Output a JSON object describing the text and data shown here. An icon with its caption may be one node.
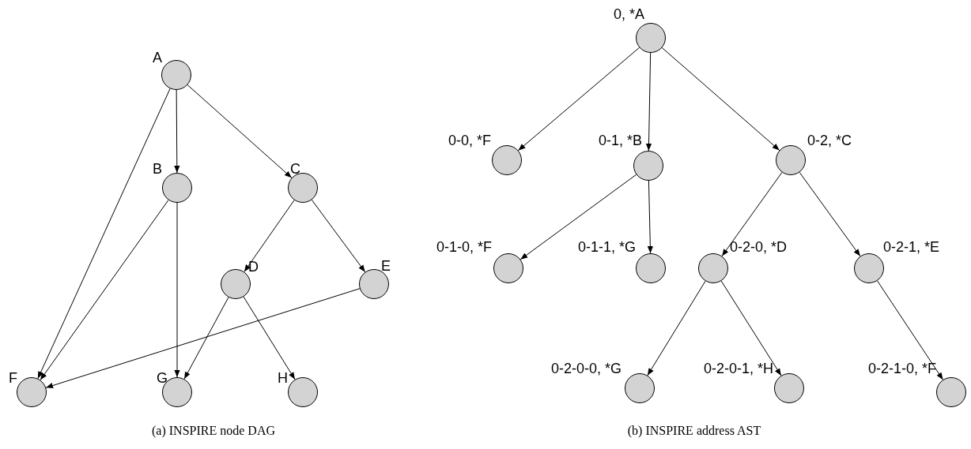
{
  "diagram": {
    "nodes": [
      {
        "text": [
          "A"
        ]
      },
      {
        "text": [
          "B"
        ]
      },
      {
        "text": [
          "C"
        ]
      },
      {
        "text": [
          "D"
        ]
      },
      {
        "text": [
          "E"
        ]
      },
      {
        "text": [
          "F"
        ]
      },
      {
        "text": [
          "G"
        ]
      },
      {
        "text": [
          "H"
        ]
      },
      {
        "text": [
          "0, *A"
        ]
      },
      {
        "text": [
          "0-0, *F"
        ]
      },
      {
        "text": [
          "0-1, *B"
        ]
      },
      {
        "text": [
          "0-2, *C"
        ]
      },
      {
        "text": [
          "0-1-0, *F"
        ]
      },
      {
        "text": [
          "0-1-1, *G"
        ]
      },
      {
        "text": [
          "0-2-0, *D"
        ]
      },
      {
        "text": [
          "0-2-1, *E"
        ]
      },
      {
        "text": [
          "0-2-0-0, *G"
        ]
      },
      {
        "text": [
          "0-2-0-1, *H"
        ]
      },
      {
        "text": [
          "0-2-1-0, *F"
        ]
      }
    ],
    "edges": [
      {
        "from": 0,
        "to": 1,
        "arrow": "to"
      },
      {
        "from": 0,
        "to": 2,
        "arrow": "to"
      },
      {
        "from": 0,
        "to": 5,
        "arrow": "to"
      },
      {
        "from": 1,
        "to": 5,
        "arrow": "to"
      },
      {
        "from": 1,
        "to": 6,
        "arrow": "to"
      },
      {
        "from": 2,
        "to": 3,
        "arrow": "to"
      },
      {
        "from": 2,
        "to": 4,
        "arrow": "to"
      },
      {
        "from": 3,
        "to": 6,
        "arrow": "to"
      },
      {
        "from": 3,
        "to": 7,
        "arrow": "to"
      },
      {
        "from": 4,
        "to": 5,
        "arrow": "to"
      },
      {
        "from": 8,
        "to": 9,
        "arrow": "to"
      },
      {
        "from": 8,
        "to": 10,
        "arrow": "to"
      },
      {
        "from": 8,
        "to": 11,
        "arrow": "to"
      },
      {
        "from": 10,
        "to": 12,
        "arrow": "to"
      },
      {
        "from": 10,
        "to": 13,
        "arrow": "to"
      },
      {
        "from": 11,
        "to": 14,
        "arrow": "to"
      },
      {
        "from": 11,
        "to": 15,
        "arrow": "to"
      },
      {
        "from": 14,
        "to": 16,
        "arrow": "to"
      },
      {
        "from": 14,
        "to": 17,
        "arrow": "to"
      },
      {
        "from": 15,
        "to": 18,
        "arrow": "to"
      }
    ],
    "labels": [
      "(a) INSPIRE node DAG",
      "(b) INSPIRE address AST"
    ]
  }
}
